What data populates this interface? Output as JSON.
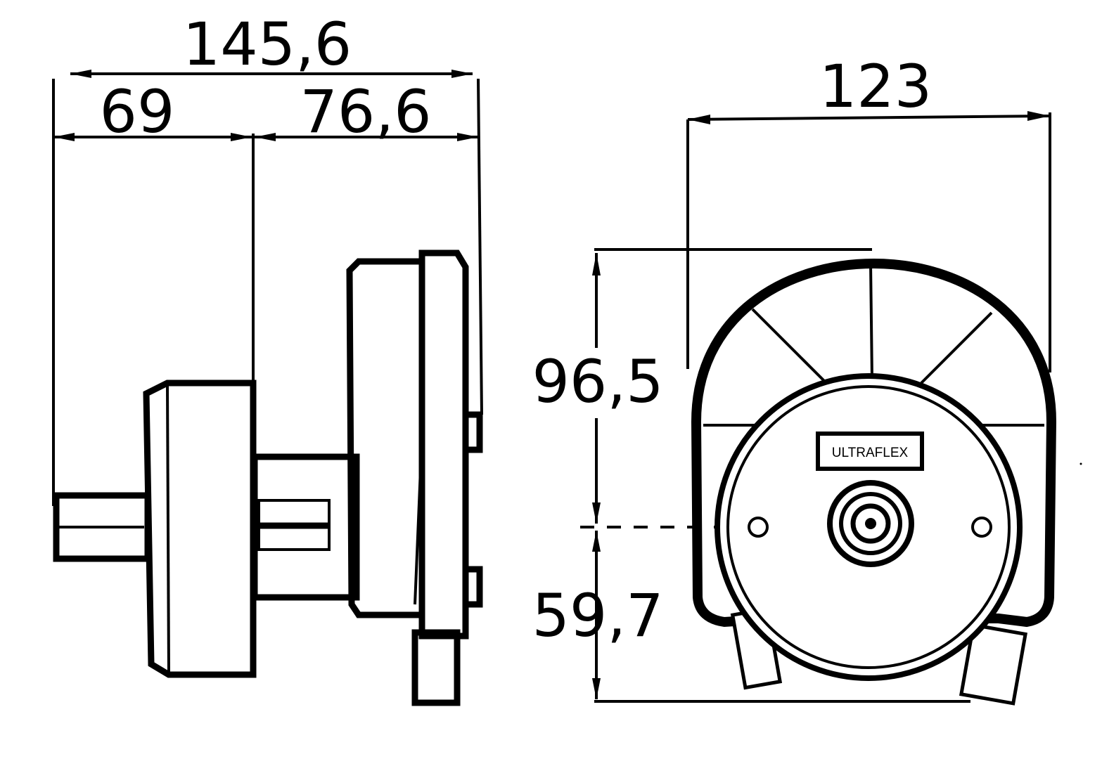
{
  "dimensions": {
    "total_depth": "145,6",
    "rear_depth": "69",
    "front_depth": "76,6",
    "width": "123",
    "upper_height": "96,5",
    "lower_height": "59,7"
  },
  "brand_plate": "ULTRAFLEX",
  "colors": {
    "ink": "#000000",
    "paper": "#ffffff"
  }
}
